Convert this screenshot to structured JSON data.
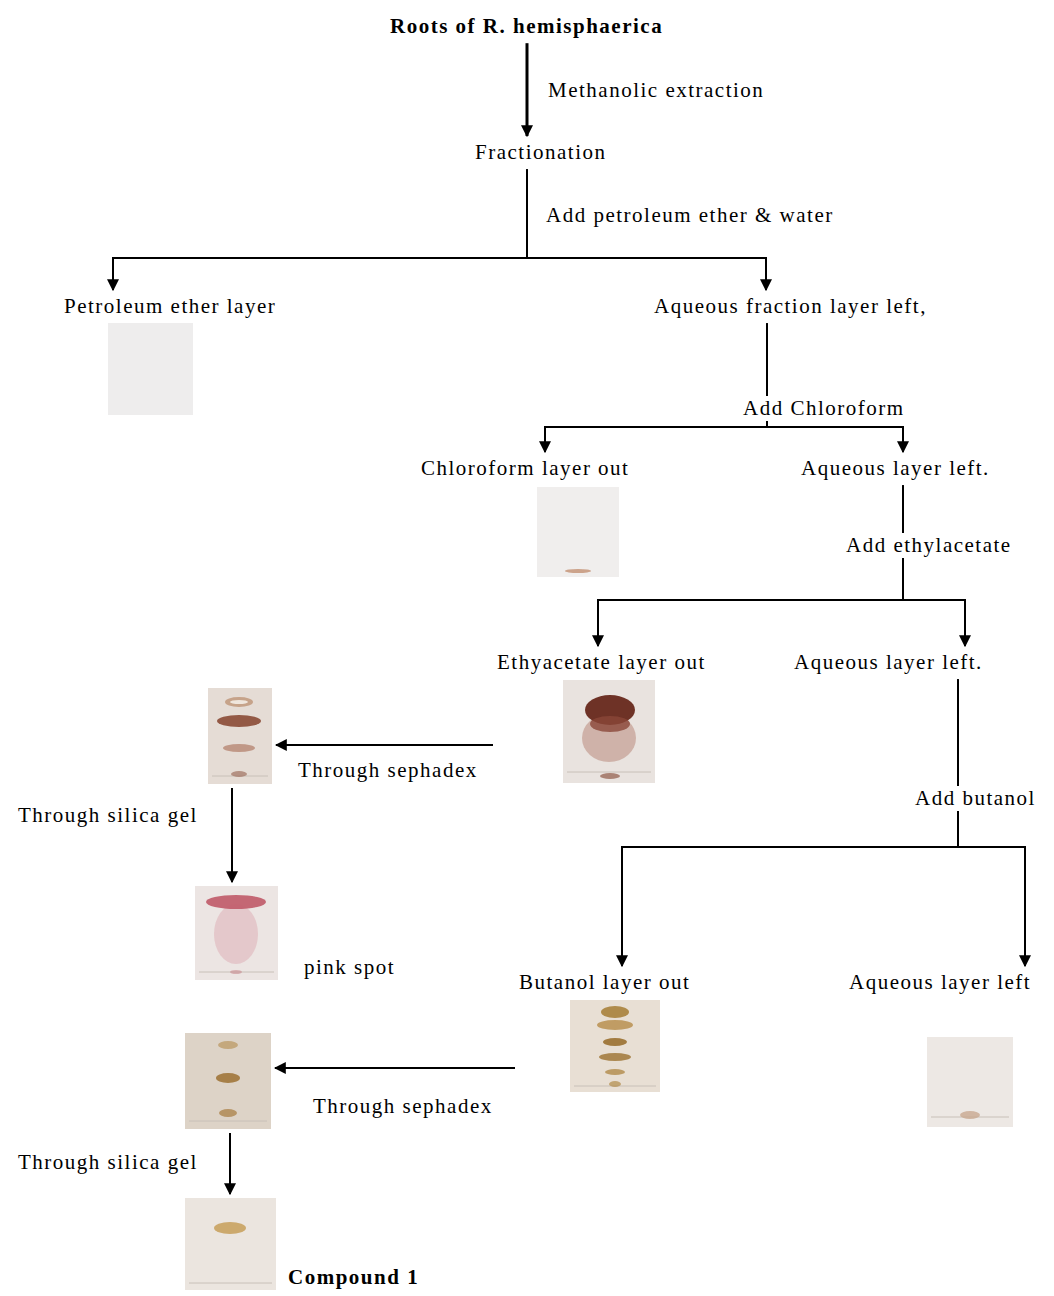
{
  "diagram": {
    "nodes": [
      {
        "text": [
          "Roots of R. hemisphaerica"
        ]
      },
      {
        "text": [
          "Fractionation"
        ]
      },
      {
        "text": [
          "Petroleum ether layer"
        ]
      },
      {
        "text": [
          "Aqueous fraction layer left,"
        ]
      },
      {
        "text": [
          "Chloroform layer out"
        ]
      },
      {
        "text": [
          "Aqueous layer left."
        ]
      },
      {
        "text": [
          "Ethyacetate layer out"
        ]
      },
      {
        "text": [
          "Aqueous layer left."
        ]
      },
      {
        "text": []
      },
      {
        "text": [
          "pink spot"
        ]
      },
      {
        "text": [
          "Butanol layer out"
        ]
      },
      {
        "text": [
          "Aqueous layer left"
        ]
      },
      {
        "text": []
      },
      {
        "text": [
          "Compound 1"
        ]
      }
    ],
    "edges": [
      {
        "from": 0,
        "to": 1,
        "arrow": "to",
        "label": "Methanolic extraction"
      },
      {
        "from": 1,
        "to": 2,
        "arrow": "to"
      },
      {
        "from": 1,
        "to": 3,
        "arrow": "to",
        "label": "Add petroleum ether & water"
      },
      {
        "from": 3,
        "to": 4,
        "arrow": "to"
      },
      {
        "from": 3,
        "to": 5,
        "arrow": "to",
        "label": "Add Chloroform"
      },
      {
        "from": 5,
        "to": 6,
        "arrow": "to"
      },
      {
        "from": 5,
        "to": 7,
        "arrow": "to",
        "label": "Add ethylacetate"
      },
      {
        "from": 6,
        "to": 8,
        "arrow": "to",
        "label": "Through sephadex"
      },
      {
        "from": 8,
        "to": 9,
        "arrow": "to",
        "label": "Through silica gel"
      },
      {
        "from": 7,
        "to": 10,
        "arrow": "to"
      },
      {
        "from": 7,
        "to": 11,
        "arrow": "to",
        "label": "Add butanol"
      },
      {
        "from": 10,
        "to": 12,
        "arrow": "to",
        "label": "Through sephadex"
      },
      {
        "from": 12,
        "to": 13,
        "arrow": "to",
        "label": "Through silica gel"
      }
    ]
  }
}
